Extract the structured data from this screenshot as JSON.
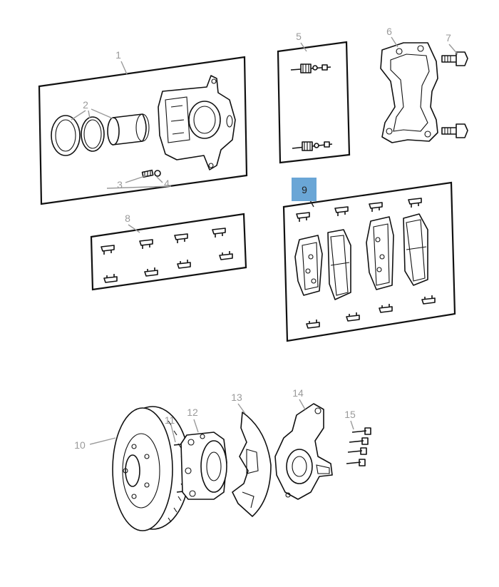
{
  "diagram": {
    "highlight_color": "#6aa6d6",
    "selected_callout": "9",
    "callouts": [
      {
        "id": "c1",
        "label": "1"
      },
      {
        "id": "c2",
        "label": "2"
      },
      {
        "id": "c3",
        "label": "3"
      },
      {
        "id": "c4",
        "label": "4"
      },
      {
        "id": "c5",
        "label": "5"
      },
      {
        "id": "c6",
        "label": "6"
      },
      {
        "id": "c7",
        "label": "7"
      },
      {
        "id": "c8",
        "label": "8"
      },
      {
        "id": "c9",
        "label": "9"
      },
      {
        "id": "c10",
        "label": "10"
      },
      {
        "id": "c11",
        "label": "11"
      },
      {
        "id": "c12",
        "label": "12"
      },
      {
        "id": "c13",
        "label": "13"
      },
      {
        "id": "c14",
        "label": "14"
      },
      {
        "id": "c15",
        "label": "15"
      }
    ]
  }
}
